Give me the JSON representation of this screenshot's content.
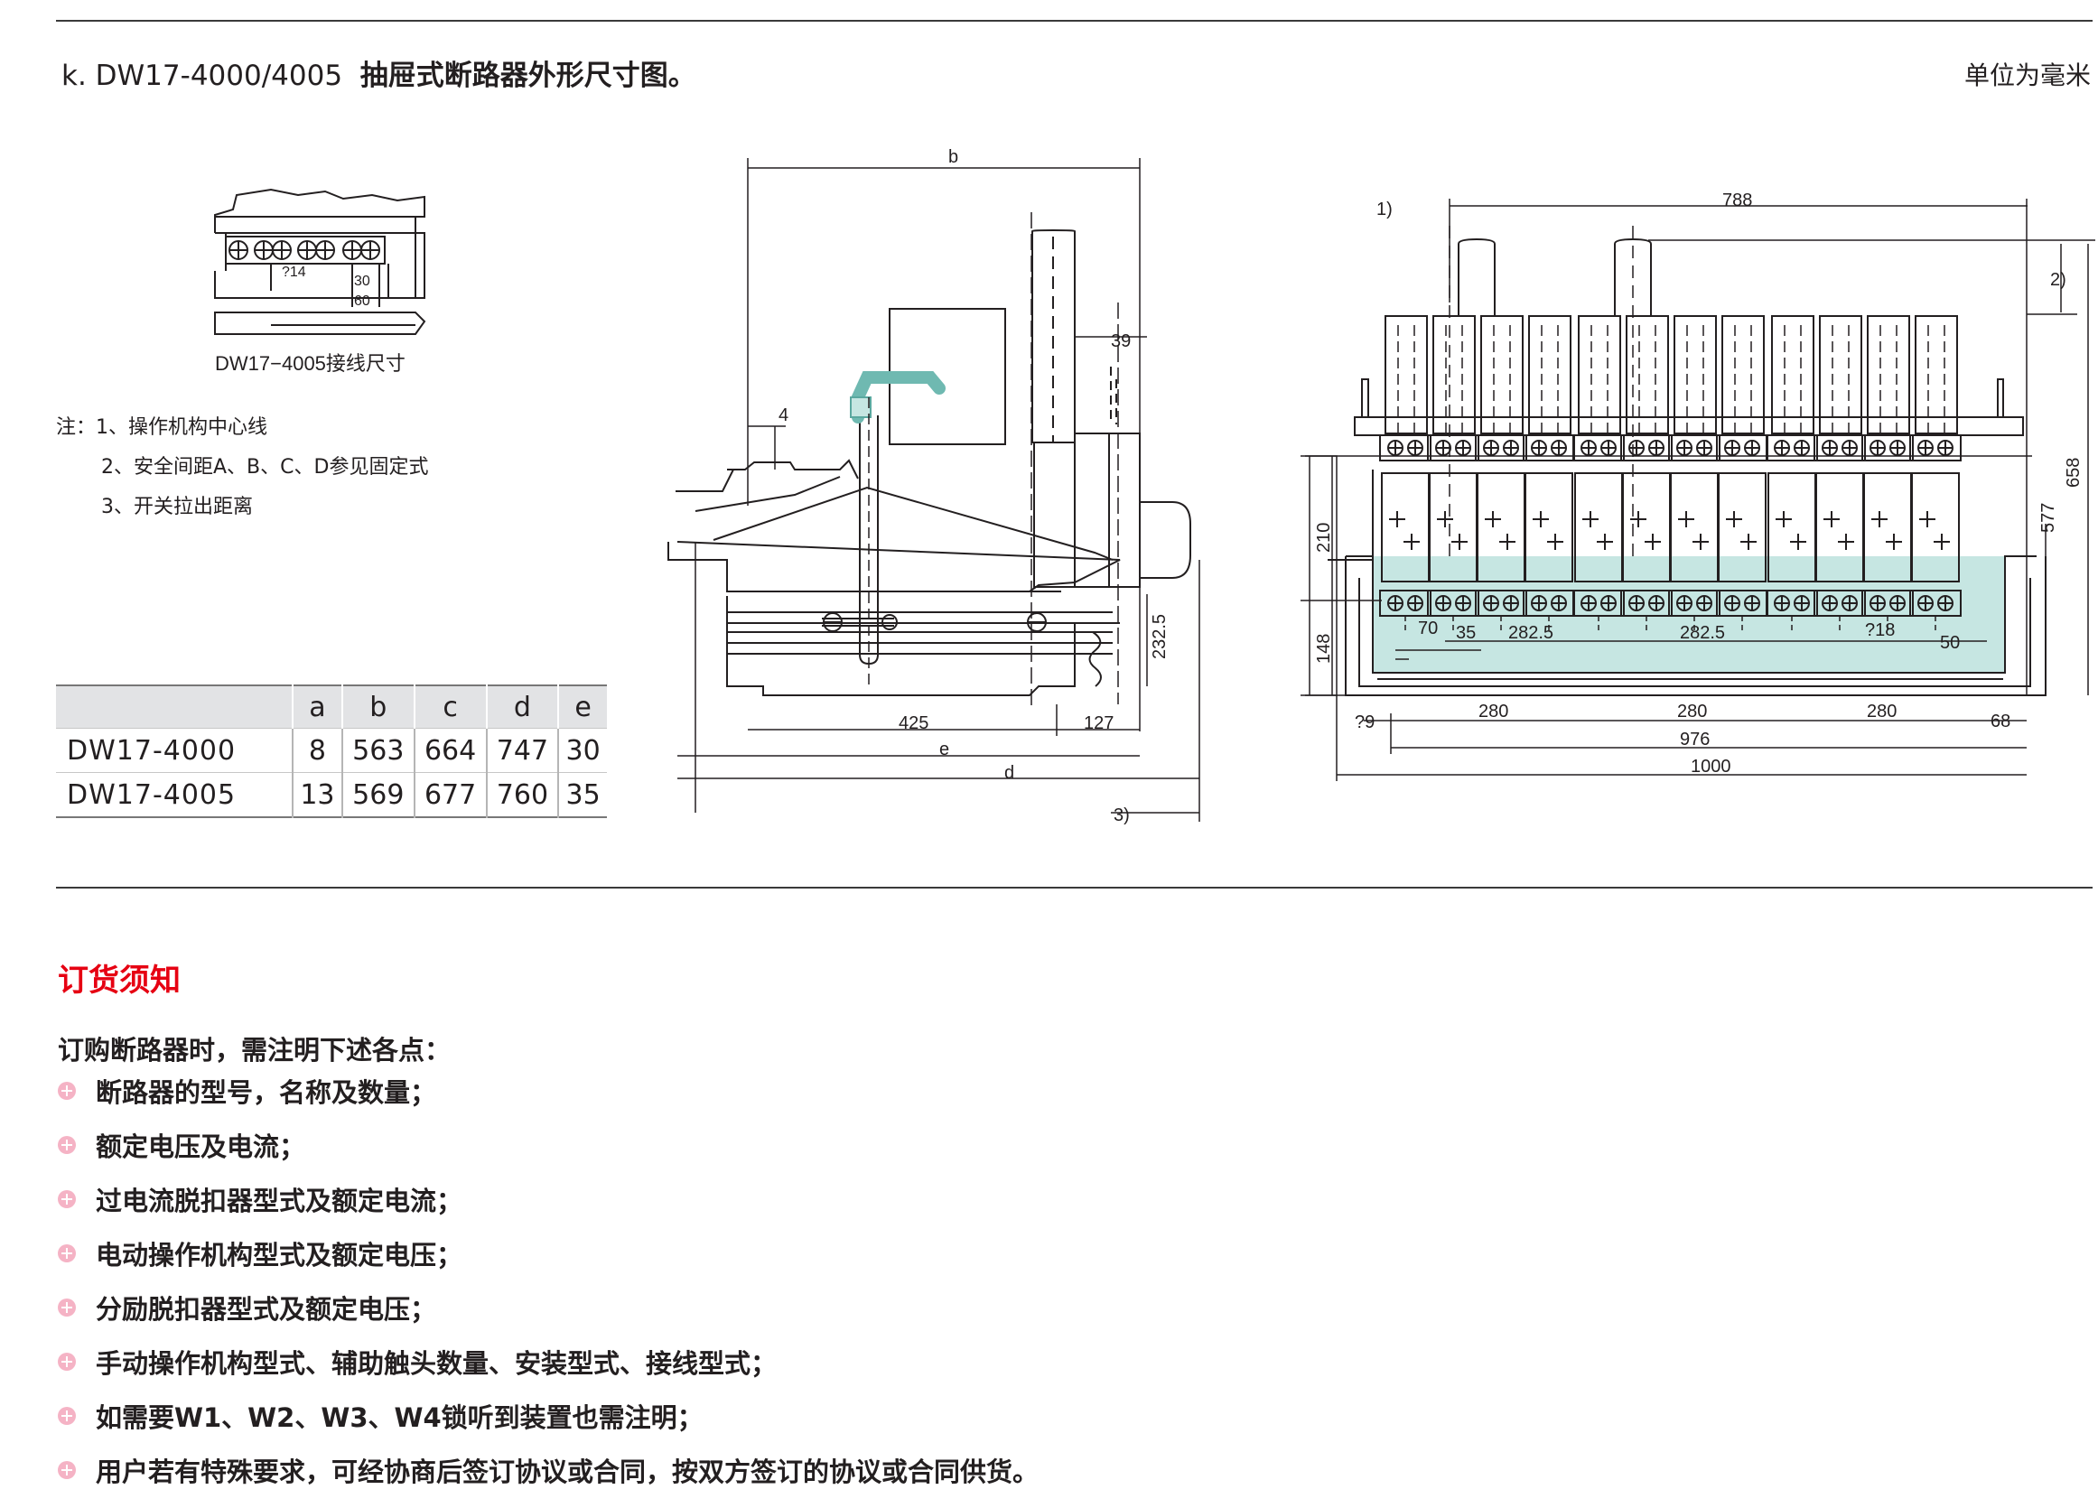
{
  "header": {
    "title_prefix": "k. DW17-4000/4005",
    "title_main": "抽屉式断路器外形尺寸图。",
    "unit": "单位为毫米"
  },
  "wiring_detail": {
    "label": "DW17−4005接线尺寸",
    "dim_14": "?14",
    "dim_30": "30",
    "dim_60": "60"
  },
  "notes": {
    "prefix": "注：",
    "items": [
      "1、操作机构中心线",
      "2、安全间距A、B、C、D参见固定式",
      "3、开关拉出距离"
    ]
  },
  "dim_table": {
    "headers": [
      "",
      "a",
      "b",
      "c",
      "d",
      "e"
    ],
    "rows": [
      [
        "DW17-4000",
        "8",
        "563",
        "664",
        "747",
        "30"
      ],
      [
        "DW17-4005",
        "13",
        "569",
        "677",
        "760",
        "35"
      ]
    ]
  },
  "side_view": {
    "b": "b",
    "dim_39": "39",
    "dim_4": "4",
    "dim_232": "232.5",
    "dim_425": "425",
    "dim_127": "127",
    "e": "e",
    "d": "d",
    "note3": "3)"
  },
  "front_view": {
    "note1": "1)",
    "dim_788": "788",
    "note2": "2)",
    "dim_658": "658",
    "dim_577": "577",
    "dim_210": "210",
    "dim_148": "148",
    "dim_70": "70",
    "dim_35": "35",
    "dim_2825a": "282.5",
    "dim_2825b": "282.5",
    "dim_18": "?18",
    "dim_50": "50",
    "dim_280a": "280",
    "dim_280b": "280",
    "dim_280c": "280",
    "dim_9": "?9",
    "dim_68": "68",
    "dim_976": "976",
    "dim_1000": "1000"
  },
  "ordering": {
    "title": "订货须知",
    "intro": "订购断路器时，需注明下述各点：",
    "items": [
      "断路器的型号，名称及数量；",
      "额定电压及电流；",
      "过电流脱扣器型式及额定电流；",
      "电动操作机构型式及额定电压；",
      "分励脱扣器型式及额定电压；",
      "手动操作机构型式、辅助触头数量、安装型式、接线型式；",
      "如需要W1、W2、W3、W4锁听到装置也需注明；",
      "用户若有特殊要求，可经协商后签订协议或合同，按双方签订的协议或合同供货。"
    ]
  },
  "colors": {
    "accent": "#e60012",
    "bullet": "#f5b3c5",
    "tint": "#c6e6e2"
  }
}
